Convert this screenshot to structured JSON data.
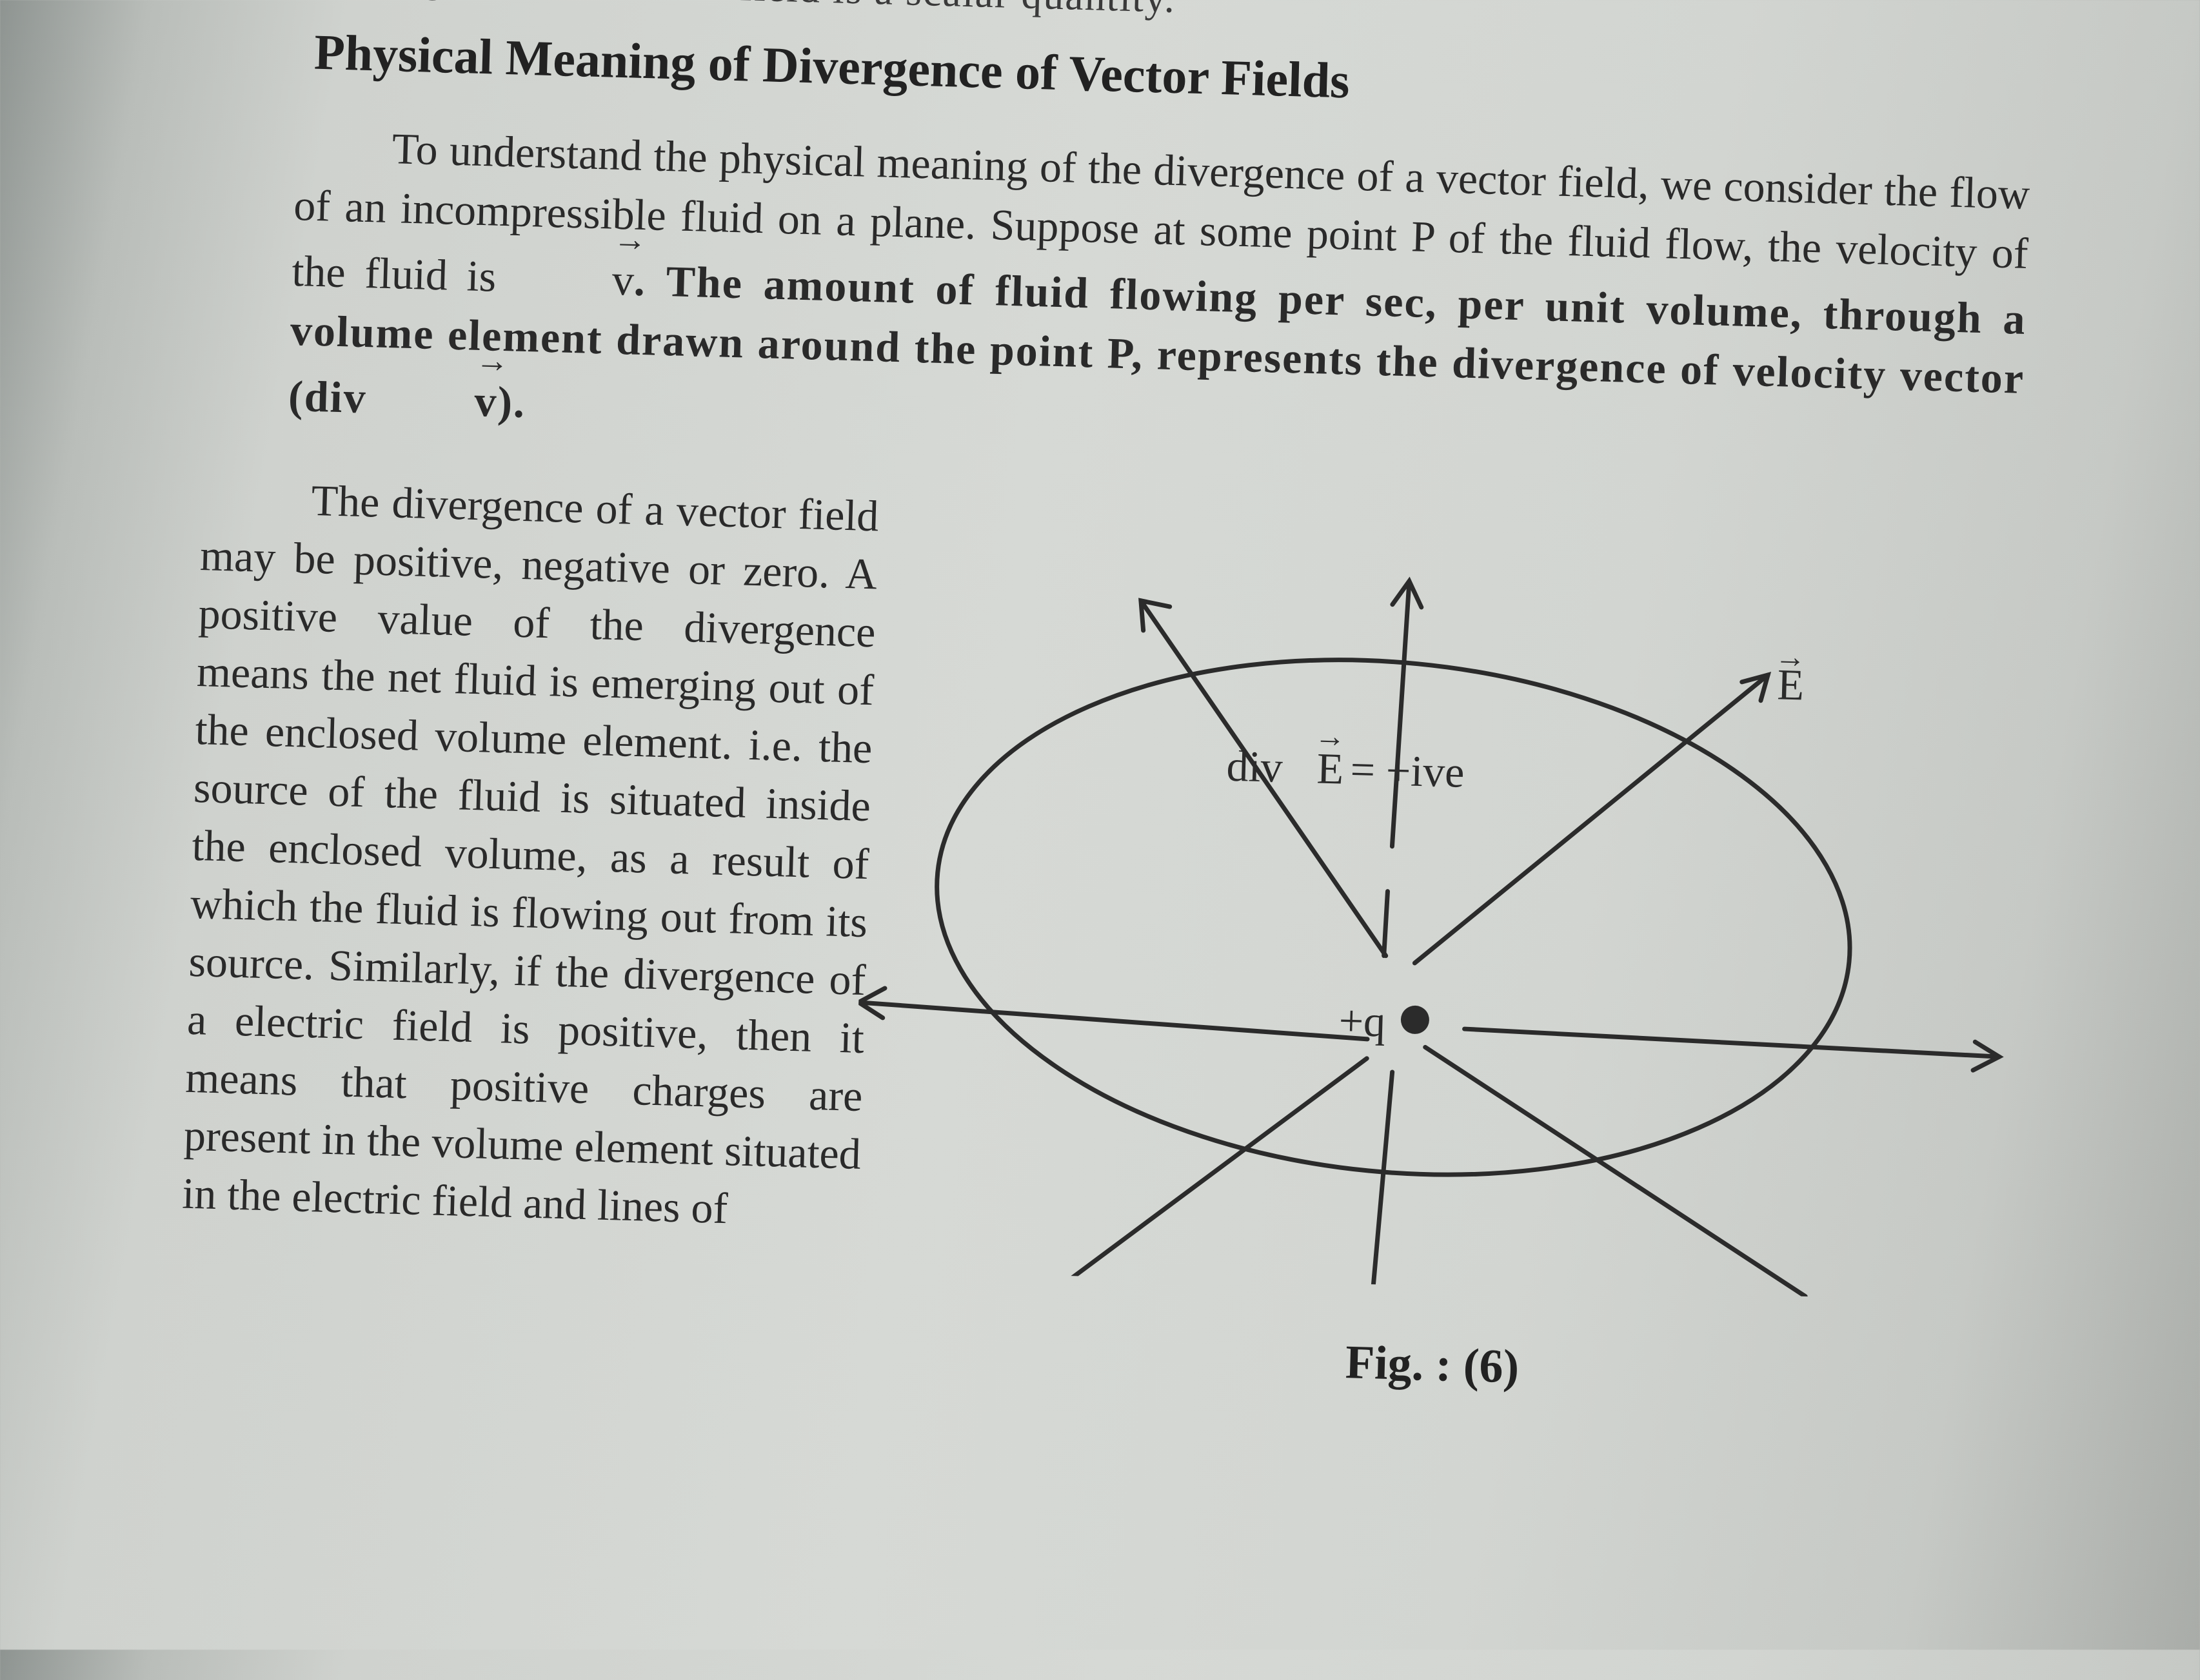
{
  "page": {
    "top_cut_text": "gence of a vector field is a scalar quantity.",
    "heading": "Physical Meaning of Divergence of Vector Fields",
    "para1": {
      "part1": "To understand the physical meaning of the divergence of a vector field, we consider the flow of an incompressible fluid on a plane. Suppose at some point P of the fluid flow, the velocity of the fluid is",
      "v_symbol": "v",
      "part2_bold": ". The amount of fluid flowing per sec, per unit volume, through a volume element drawn around the point P, represents the divergence of velocity vector (div",
      "v_symbol2": "v",
      "part3_bold": ")."
    },
    "para2": "The divergence of a vector field may be positive, negative or zero. A positive value of the divergence means the net fluid is emerging out of the enclosed volume element. i.e. the source of the fluid is situated inside the enclosed volume, as a result of which the fluid is flowing out from its source. Similarly, if the divergence of a electric field is positive, then it means that positive charges are present in the volume element situated in the electric field and lines of",
    "figure": {
      "div_label_pre": "div",
      "div_label_vec": "E",
      "div_label_post": "= +ive",
      "field_label": "E",
      "charge_label": "+q",
      "caption": "Fig. : (6)"
    }
  }
}
